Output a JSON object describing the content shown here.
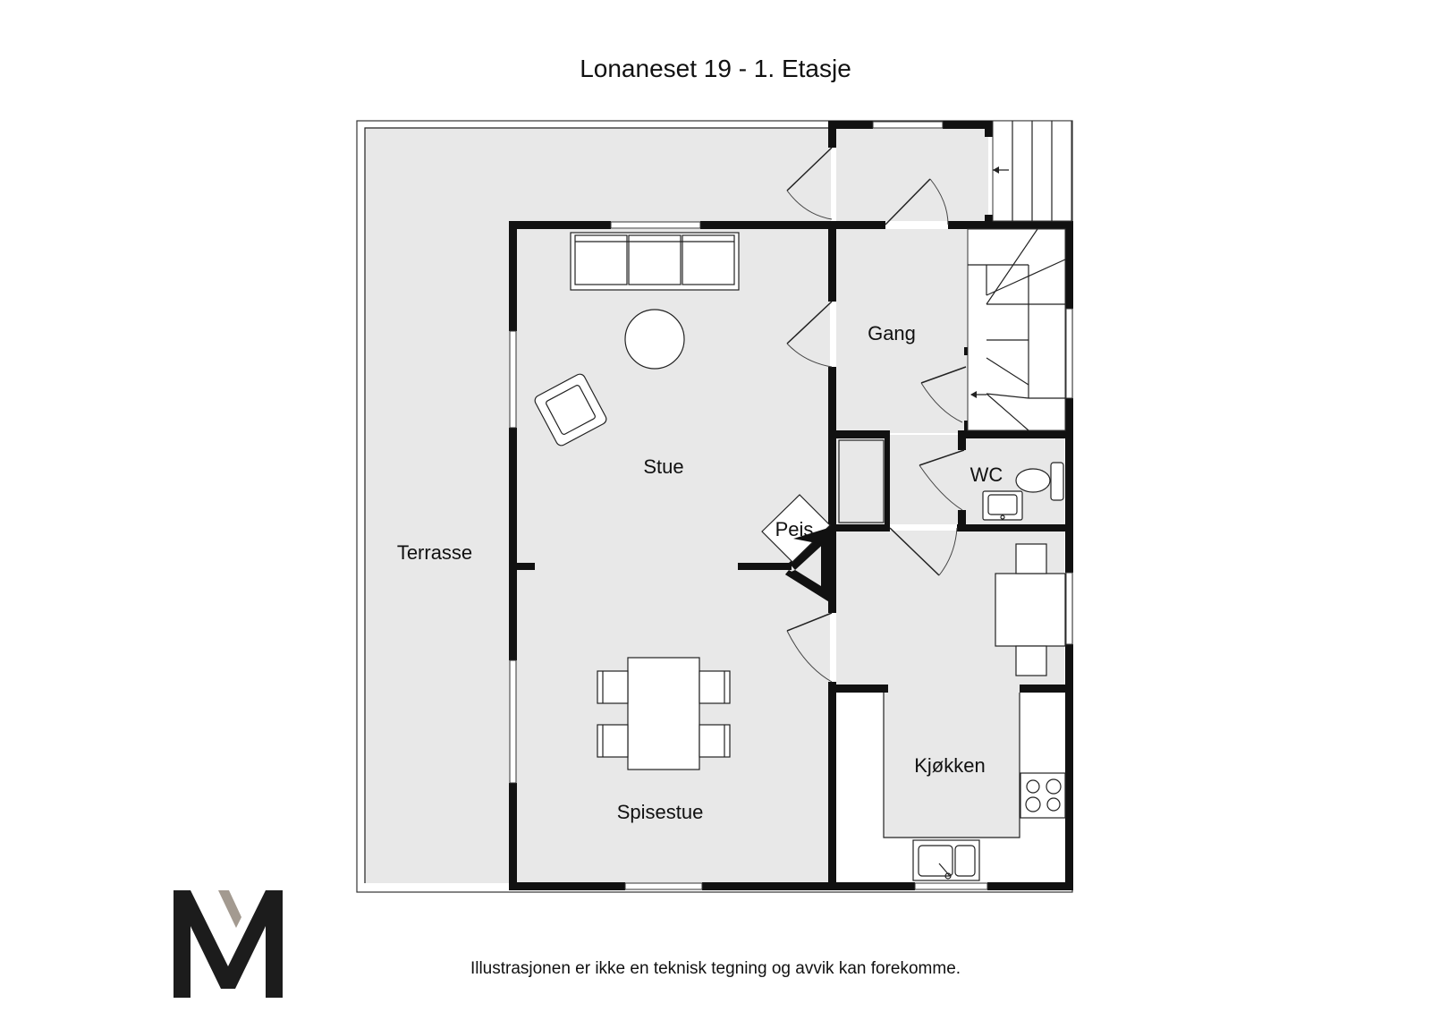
{
  "title": "Lonaneset 19 - 1. Etasje",
  "rooms": {
    "terrasse": "Terrasse",
    "stue": "Stue",
    "spisestue": "Spisestue",
    "gang": "Gang",
    "wc": "WC",
    "peis": "Peis",
    "kjokken": "Kjøkken"
  },
  "disclaimer": "Illustrasjonen er ikke en teknisk tegning og avvik kan forekomme.",
  "colors": {
    "wall": "#111111",
    "floor": "#e8e8e8",
    "logo_dark": "#1c1c1c",
    "logo_accent": "#a39a90"
  }
}
